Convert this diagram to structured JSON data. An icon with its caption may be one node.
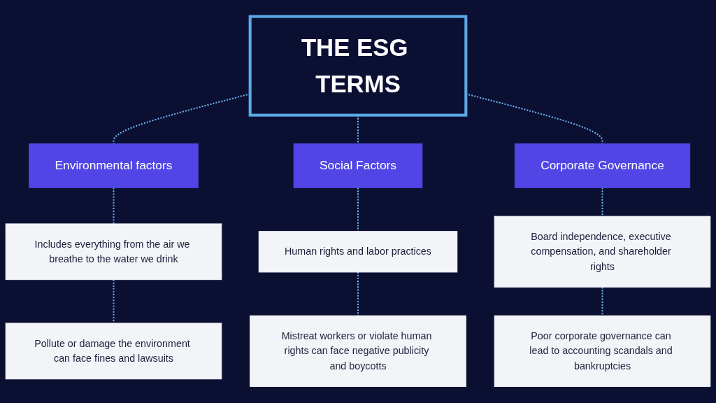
{
  "diagram": {
    "nodes": [
      {
        "text": [
          "THE ESG TERMS"
        ]
      },
      {
        "text": [
          "Environmental factors"
        ]
      },
      {
        "text": [
          "Social Factors"
        ]
      },
      {
        "text": [
          "Corporate Governance"
        ]
      },
      {
        "text": [
          "Includes everything from the air we breathe to the water we drink"
        ]
      },
      {
        "text": [
          "Pollute or damage the environment can face fines and lawsuits"
        ]
      },
      {
        "text": [
          "Human rights and labor practices"
        ]
      },
      {
        "text": [
          "Mistreat workers or violate human rights can face negative publicity and boycotts"
        ]
      },
      {
        "text": [
          "Board independence, executive compensation, and shareholder rights"
        ]
      },
      {
        "text": [
          "Poor corporate governance can lead to accounting scandals and bankruptcies"
        ]
      }
    ],
    "edges": [
      {
        "from": 0,
        "to": 1,
        "arrow": "none",
        "style": "dashed"
      },
      {
        "from": 0,
        "to": 2,
        "arrow": "none",
        "style": "dashed"
      },
      {
        "from": 0,
        "to": 3,
        "arrow": "none",
        "style": "dashed"
      },
      {
        "from": 1,
        "to": 4,
        "arrow": "none",
        "style": "dashed"
      },
      {
        "from": 4,
        "to": 5,
        "arrow": "none",
        "style": "dashed"
      },
      {
        "from": 2,
        "to": 6,
        "arrow": "none",
        "style": "dashed"
      },
      {
        "from": 6,
        "to": 7,
        "arrow": "none",
        "style": "dashed"
      },
      {
        "from": 3,
        "to": 8,
        "arrow": "none",
        "style": "dashed"
      },
      {
        "from": 8,
        "to": 9,
        "arrow": "none",
        "style": "dashed"
      }
    ]
  }
}
